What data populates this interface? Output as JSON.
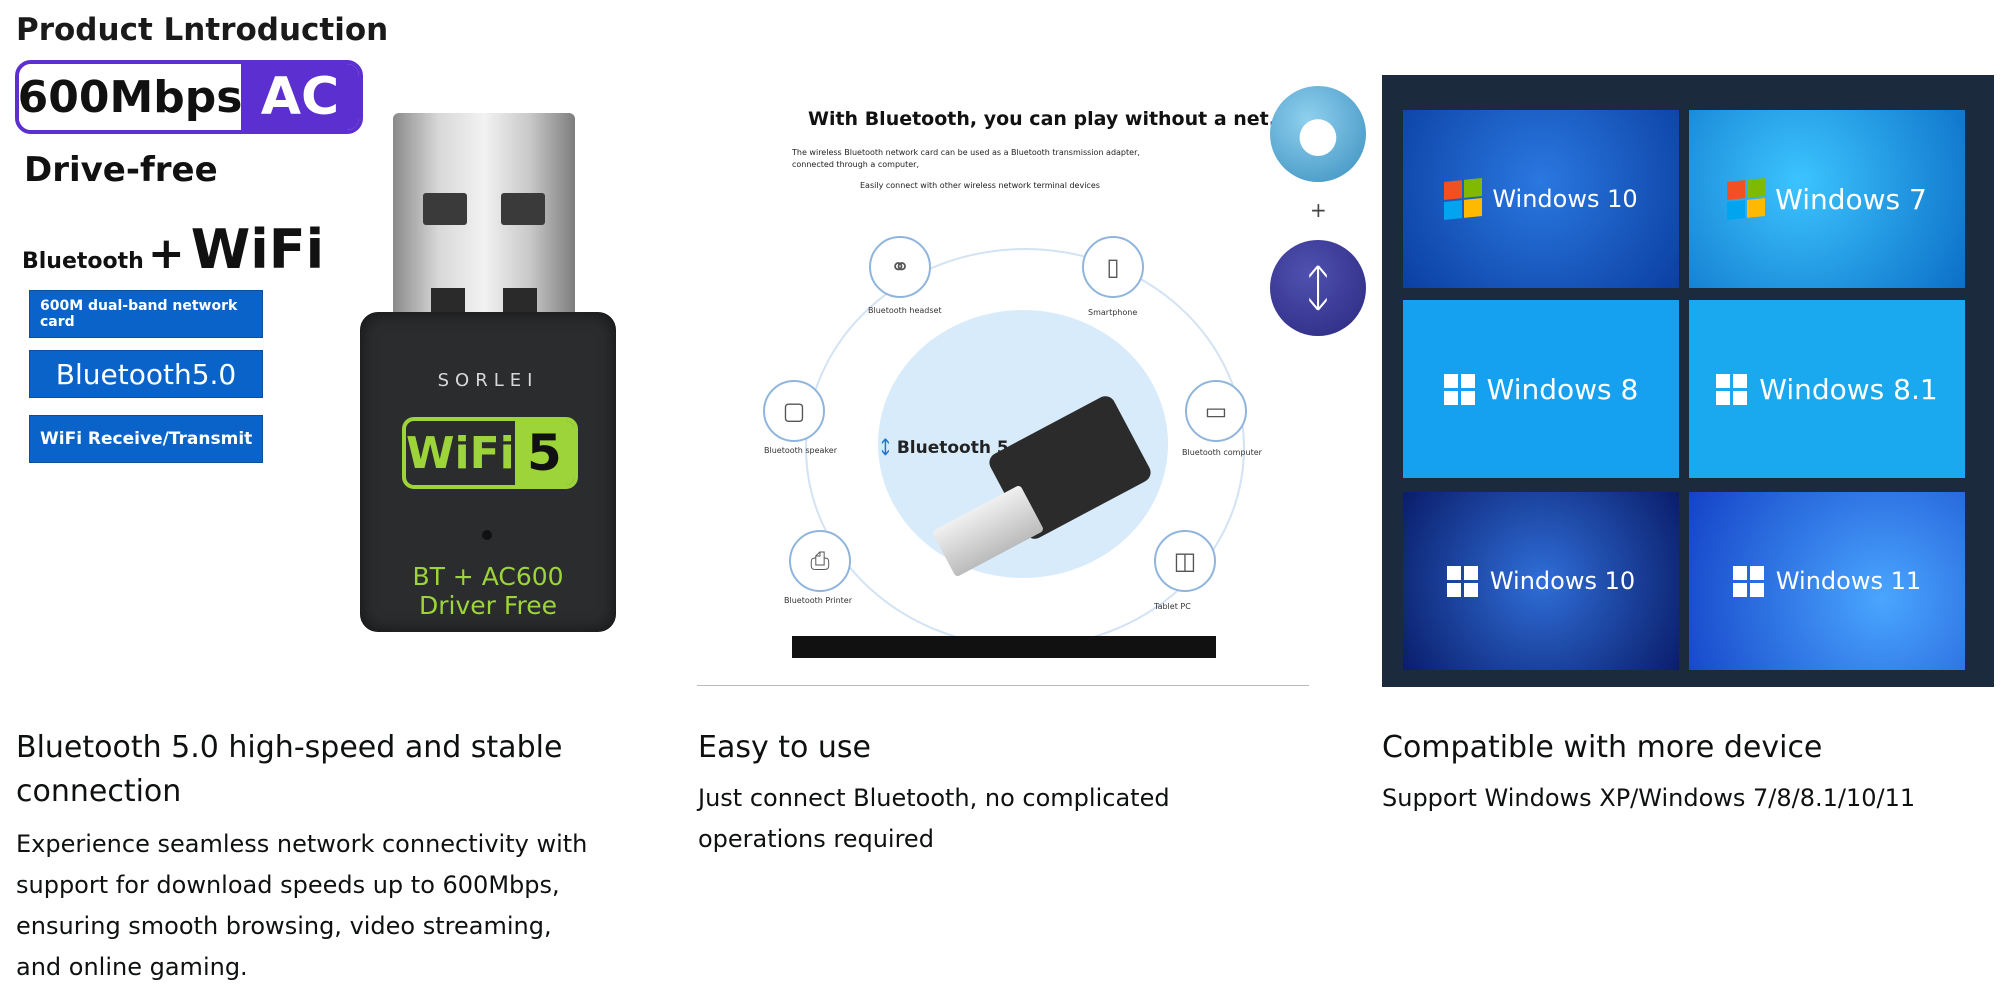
{
  "intro": {
    "title": "Product Lntroduction",
    "speed": "600Mbps",
    "standard": "AC",
    "drive_free": "Drive-free",
    "bluetooth": "Bluetooth",
    "plus": "+",
    "wifi": "WiFi",
    "feature_1": "600M dual-band network card",
    "feature_2": "Bluetooth5.0",
    "feature_3": "WiFi Receive/Transmit"
  },
  "dongle": {
    "brand": "SORLEI",
    "wifi_label": "WiFi",
    "wifi_number": "5",
    "line_1": "BT + AC600",
    "line_2": "Driver Free"
  },
  "bluetooth_panel": {
    "title": "With Bluetooth, you can play without a net.",
    "desc_1": "The wireless Bluetooth network card can be used as a Bluetooth transmission adapter,",
    "desc_2": "connected through a computer,",
    "desc_3": "Easily connect with other wireless network terminal devices",
    "center_label": "Bluetooth 5.0",
    "nodes": [
      "Bluetooth headset",
      "Smartphone",
      "Bluetooth speaker",
      "Bluetooth computer",
      "Bluetooth Printer",
      "Tablet PC"
    ],
    "plus": "+"
  },
  "windows_tiles": [
    "Windows 10",
    "Windows 7",
    "Windows 8",
    "Windows 8.1",
    "Windows 10",
    "Windows 11"
  ],
  "captions": {
    "col1_heading_1": "Bluetooth 5.0 high-speed and stable",
    "col1_heading_2": "connection",
    "col1_body": [
      "Experience seamless network connectivity with",
      "support for download speeds up to 600Mbps,",
      "ensuring smooth browsing, video streaming,",
      "and online gaming."
    ],
    "col2_heading": "Easy to use",
    "col2_body": [
      "Just connect Bluetooth, no complicated",
      "operations required"
    ],
    "col3_heading": "Compatible with more device",
    "col3_body": "Support Windows XP/Windows 7/8/8.1/10/11"
  },
  "colors": {
    "accent_purple": "#5b2fd0",
    "feature_blue": "#0a63c9",
    "wifi_green": "#9cd43a"
  }
}
